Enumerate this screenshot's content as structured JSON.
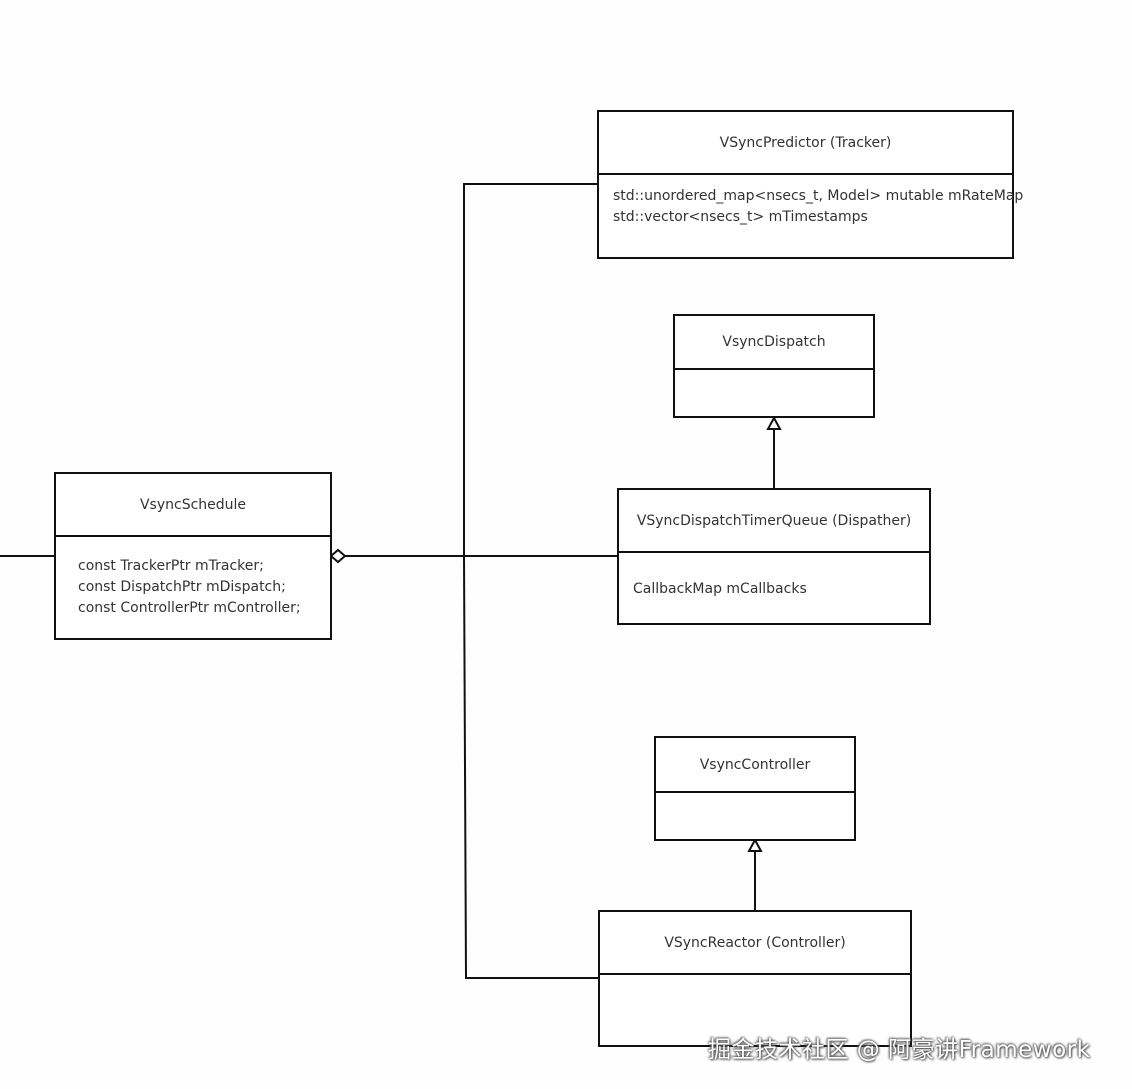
{
  "classes": {
    "predictor": {
      "name": "VSyncPredictor (Tracker)",
      "fields": [
        "std::unordered_map<nsecs_t, Model> mutable mRateMap",
        "std::vector<nsecs_t> mTimestamps"
      ]
    },
    "dispatch": {
      "name": "VsyncDispatch",
      "fields": []
    },
    "timerqueue": {
      "name": "VSyncDispatchTimerQueue (Dispather)",
      "fields": [
        "CallbackMap mCallbacks"
      ]
    },
    "schedule": {
      "name": "VsyncSchedule",
      "fields": [
        "const TrackerPtr mTracker;",
        "const DispatchPtr mDispatch;",
        "const ControllerPtr mController;"
      ]
    },
    "controller": {
      "name": "VsyncController",
      "fields": []
    },
    "reactor": {
      "name": "VSyncReactor (Controller)",
      "fields": []
    }
  },
  "relations": [
    {
      "type": "aggregation",
      "from": "schedule",
      "to": "predictor"
    },
    {
      "type": "aggregation",
      "from": "schedule",
      "to": "timerqueue"
    },
    {
      "type": "aggregation",
      "from": "schedule",
      "to": "reactor"
    },
    {
      "type": "inheritance",
      "from": "timerqueue",
      "to": "dispatch"
    },
    {
      "type": "inheritance",
      "from": "reactor",
      "to": "controller"
    }
  ],
  "watermark": "掘金技术社区 @ 阿豪讲Framework",
  "colors": {
    "line": "#111111",
    "background": "#fefefe",
    "box": "#ffffff"
  }
}
